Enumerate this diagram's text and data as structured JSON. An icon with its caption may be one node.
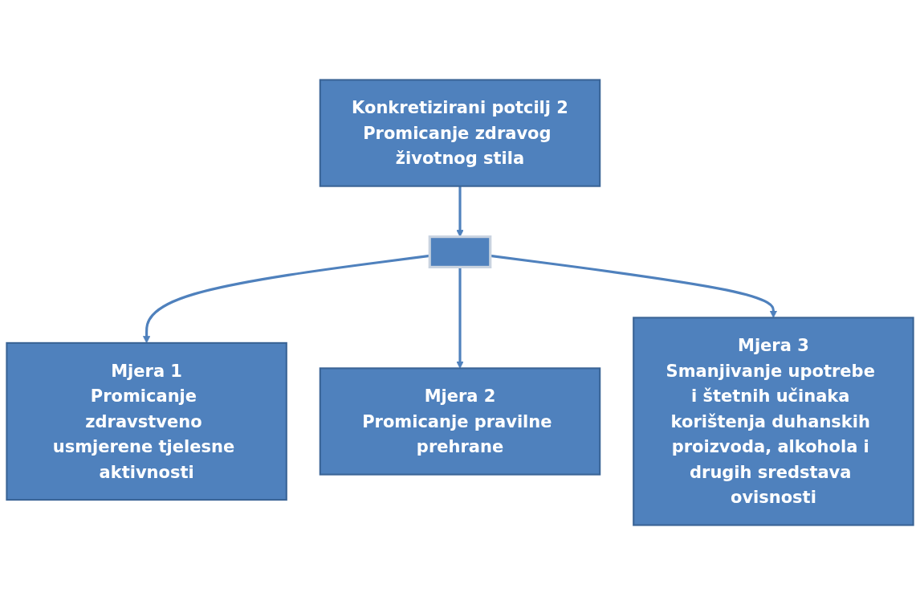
{
  "diagram": {
    "nodes": [
      {
        "text": [
          "Konkretizirani potcilj 2",
          "Promicanje zdravog životnog stila"
        ]
      },
      {
        "text": [],
        "shape": "bar"
      },
      {
        "text": [
          "Mjera 1",
          "Promicanje zdravstveno usmjerene tjelesne aktivnosti"
        ]
      },
      {
        "text": [
          "Mjera 2",
          "Promicanje pravilne prehrane"
        ]
      },
      {
        "text": [
          "Mjera 3",
          "Smanjivanje upotrebe i štetnih učinaka korištenja duhanskih proizvoda, alkohola i drugih sredstava ovisnosti"
        ]
      }
    ],
    "edges": [
      {
        "from": 0,
        "to": 1,
        "arrow": "to"
      },
      {
        "from": 1,
        "to": 2,
        "arrow": "to"
      },
      {
        "from": 1,
        "to": 3,
        "arrow": "to"
      },
      {
        "from": 1,
        "to": 4,
        "arrow": "to"
      }
    ]
  }
}
